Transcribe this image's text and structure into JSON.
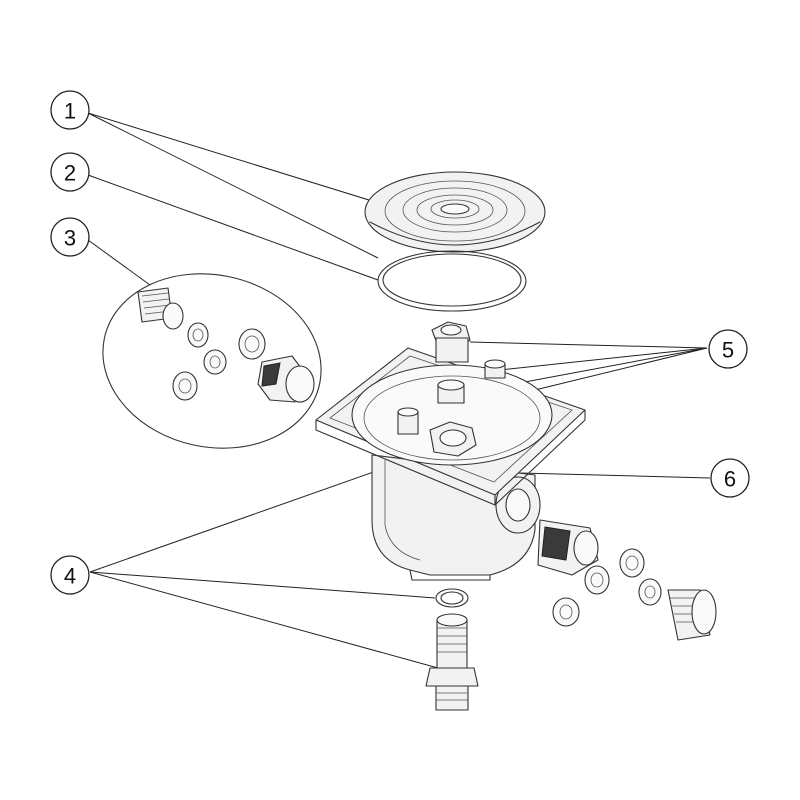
{
  "callouts": [
    {
      "id": "1",
      "label": "1"
    },
    {
      "id": "2",
      "label": "2"
    },
    {
      "id": "3",
      "label": "3"
    },
    {
      "id": "4",
      "label": "4"
    },
    {
      "id": "5",
      "label": "5"
    },
    {
      "id": "6",
      "label": "6"
    }
  ],
  "colors": {
    "line": "#333333",
    "background": "#ffffff",
    "fill": "#f2f2f2"
  }
}
